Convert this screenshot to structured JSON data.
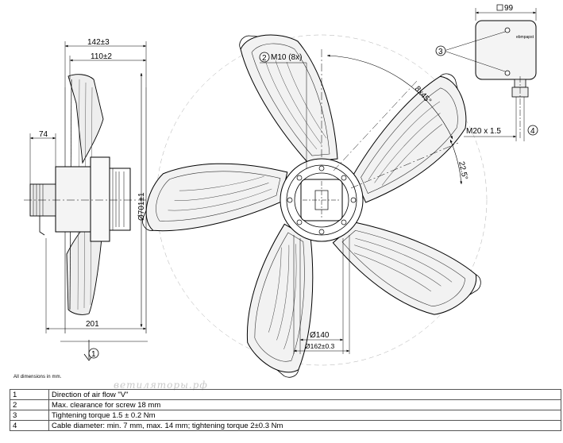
{
  "dimensions": {
    "side_overall": "142±3",
    "side_body": "110±2",
    "side_offset": "74",
    "side_depth": "201",
    "diameter": "Ø701±1",
    "thread": "M10 (8x)",
    "angle_holes": "8x45°",
    "angle_offset": "22.5°",
    "bolt_circle_inner": "Ø140",
    "bolt_circle_outer": "Ø162±0.3",
    "box_width": "99",
    "cable_gland": "M20 x 1.5"
  },
  "callouts": [
    "1",
    "2",
    "3",
    "4"
  ],
  "brand_mark": "ebmpapst",
  "note": "All dimensions in mm.",
  "watermark": "ветиляторы.рф",
  "legend": [
    {
      "num": "1",
      "text": "Direction of air flow \"V\""
    },
    {
      "num": "2",
      "text": "Max. clearance for screw 18 mm"
    },
    {
      "num": "3",
      "text": "Tightening torque 1.5 ± 0.2 Nm"
    },
    {
      "num": "4",
      "text": "Cable diameter: min. 7 mm, max. 14 mm; tightening torque 2±0.3 Nm"
    }
  ]
}
